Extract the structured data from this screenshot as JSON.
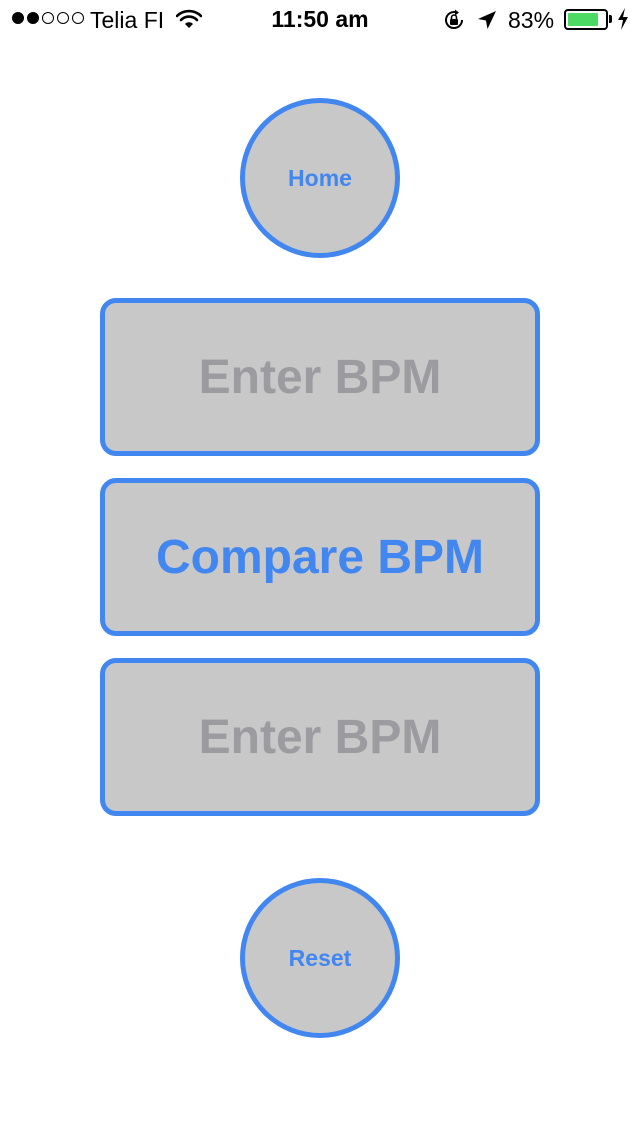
{
  "status_bar": {
    "carrier": "Telia FI",
    "time": "11:50 am",
    "battery_percent": "83%",
    "battery_level": 0.83,
    "signal_bars_filled": 2,
    "signal_bars_total": 5,
    "battery_color": "#4cd964"
  },
  "home_button": {
    "label": "Home"
  },
  "first_bpm": {
    "placeholder": "Enter BPM",
    "value": ""
  },
  "compare_button": {
    "label": "Compare BPM"
  },
  "second_bpm": {
    "placeholder": "Enter BPM",
    "value": ""
  },
  "reset_button": {
    "label": "Reset"
  },
  "colors": {
    "accent": "#4286f0",
    "control_background": "#c8c8c8",
    "placeholder_text": "#9b9ba0"
  }
}
